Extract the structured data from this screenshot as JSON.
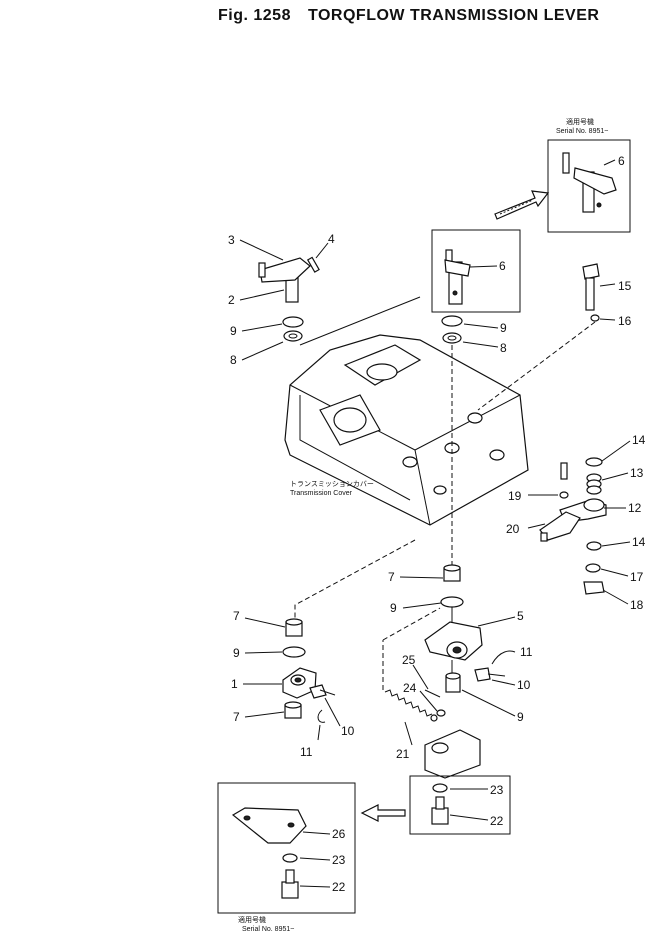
{
  "figure": {
    "title_fig": "Fig. 1258",
    "title_name": "TORQFLOW TRANSMISSION LEVER"
  },
  "serial_notes": {
    "top": {
      "jp": "適用号機",
      "serial": "Serial No. 8951~"
    },
    "bottom": {
      "jp": "適用号機",
      "serial": "Serial No. 8951~"
    }
  },
  "cover_label": {
    "jp": "トランスミッションカバー",
    "en": "Transmission Cover"
  },
  "callouts": {
    "c1": "1",
    "c2": "2",
    "c3": "3",
    "c4": "4",
    "c5": "5",
    "c6a": "6",
    "c6b": "6",
    "c7a": "7",
    "c7b": "7",
    "c7c": "7",
    "c8a": "8",
    "c8b": "8",
    "c9a": "9",
    "c9b": "9",
    "c9c": "9",
    "c9d": "9",
    "c9e": "9",
    "c10a": "10",
    "c10b": "10",
    "c11a": "11",
    "c11b": "11",
    "c12": "12",
    "c13": "13",
    "c14a": "14",
    "c14b": "14",
    "c15": "15",
    "c16": "16",
    "c17": "17",
    "c18": "18",
    "c19": "19",
    "c20": "20",
    "c21": "21",
    "c22a": "22",
    "c22b": "22",
    "c23a": "23",
    "c23b": "23",
    "c24": "24",
    "c25": "25",
    "c26": "26"
  }
}
